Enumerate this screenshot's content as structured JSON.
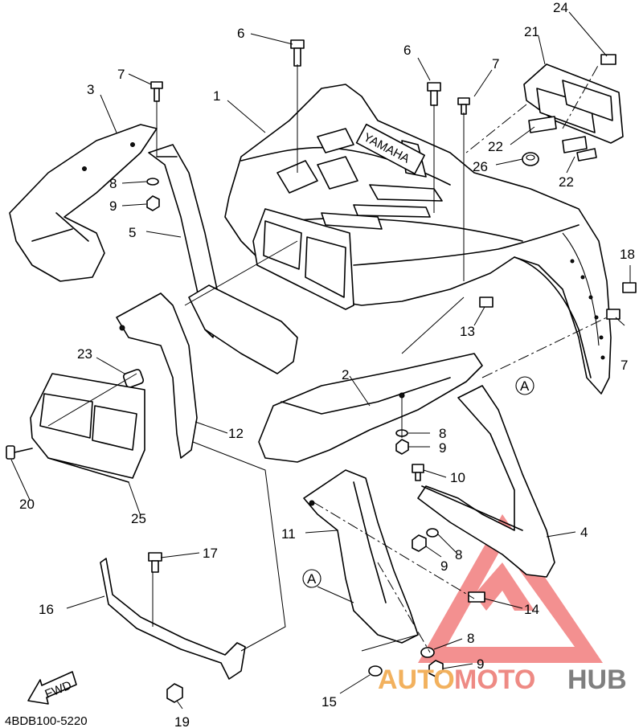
{
  "diagram_code": "4BDB100-5220",
  "fwd_label": "FWD",
  "brand_on_part": "YAMAHA",
  "ref_marker": "A",
  "watermark": {
    "part_auto": "AUTO",
    "part_moto": "MOTO",
    "part_hub": "HUB",
    "color_auto": "#f2b15e",
    "color_moto": "#ee8a84",
    "color_hub": "#7f7f7f",
    "logo_color": "#ef6b6b"
  },
  "callouts": {
    "n1": "1",
    "n2": "2",
    "n3": "3",
    "n4": "4",
    "n5": "5",
    "n6a": "6",
    "n6b": "6",
    "n7a": "7",
    "n7b": "7",
    "n7c": "7",
    "n8a": "8",
    "n8b": "8",
    "n8c": "8",
    "n8d": "8",
    "n9a": "9",
    "n9b": "9",
    "n9c": "9",
    "n9d": "9",
    "n10": "10",
    "n11": "11",
    "n12": "12",
    "n13": "13",
    "n14": "14",
    "n15": "15",
    "n16": "16",
    "n17": "17",
    "n18": "18",
    "n19": "19",
    "n20": "20",
    "n21": "21",
    "n22a": "22",
    "n22b": "22",
    "n23": "23",
    "n24": "24",
    "n25": "25",
    "n26": "26"
  }
}
